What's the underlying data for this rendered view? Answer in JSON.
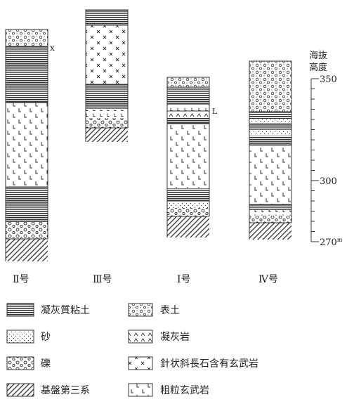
{
  "columns": [
    {
      "id": "col-2",
      "label": "Ⅱ号"
    },
    {
      "id": "col-3",
      "label": "Ⅲ号"
    },
    {
      "id": "col-1",
      "label": "Ⅰ号"
    },
    {
      "id": "col-4",
      "label": "Ⅳ号"
    }
  ],
  "annotations": {
    "col2_x_mark": "x",
    "col1_l_mark": "L"
  },
  "scale": {
    "title_line1": "海抜",
    "title_line2": "高度",
    "ticks": [
      {
        "value": "350"
      },
      {
        "value": "300"
      },
      {
        "value": "270",
        "unit": "m"
      }
    ]
  },
  "legend": [
    {
      "id": "tuff-clay",
      "pattern": "horizontal-lines",
      "label": "凝灰質粘土"
    },
    {
      "id": "topsoil",
      "pattern": "circles-dots",
      "label": "表土"
    },
    {
      "id": "sand",
      "pattern": "dots",
      "label": "砂"
    },
    {
      "id": "tuff",
      "pattern": "carets",
      "label": "凝灰岩"
    },
    {
      "id": "gravel",
      "pattern": "circles",
      "label": "礫"
    },
    {
      "id": "acicular-basalt",
      "pattern": "crosses",
      "label": "針状斜長石含有玄武岩"
    },
    {
      "id": "basement",
      "pattern": "diagonal-hatch",
      "label": "基盤第三系"
    },
    {
      "id": "coarse-basalt",
      "pattern": "l-marks",
      "label": "粗粒玄武岩"
    }
  ]
}
